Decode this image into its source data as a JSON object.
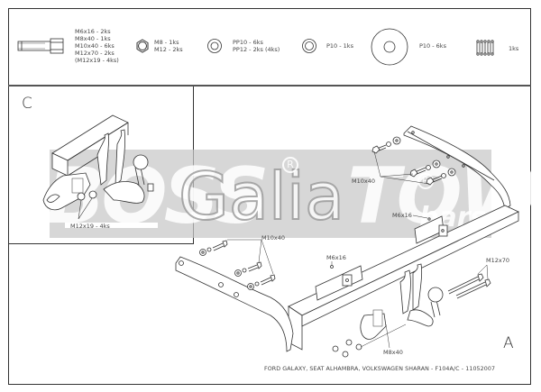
{
  "parts_list": {
    "bolt": {
      "icon": "hex-bolt-icon",
      "lines": [
        "M6x16 - 2ks",
        "M8x40 - 1ks",
        "M10x40 - 6ks",
        "M12x70 - 2ks",
        "(M12x19 - 4ks)"
      ]
    },
    "nut": {
      "icon": "hex-nut-icon",
      "lines": [
        "M8 - 1ks",
        "M12 - 2ks"
      ]
    },
    "flat_washer": {
      "icon": "flat-washer-icon",
      "lines": [
        "PP10 - 6ks",
        "PP12 - 2ks (4ks)"
      ]
    },
    "small_washer": {
      "icon": "small-washer-icon",
      "lines": [
        "P10 - 1ks"
      ]
    },
    "large_washer": {
      "icon": "large-washer-icon",
      "lines": [
        "P10 - 6ks"
      ]
    },
    "cable_ties": {
      "icon": "cable-ties-icon",
      "lines": [
        "1ks"
      ]
    }
  },
  "detail_c": {
    "label": "C",
    "callouts": [
      "M12x19 - 4ks"
    ]
  },
  "view_a": {
    "label": "A",
    "callouts": {
      "m10x40_top": "M10x40",
      "m6x16_right": "M6x16",
      "m10x40_left": "M10x40",
      "m6x16_center": "M6x16",
      "m12x70": "M12x70",
      "m8x40": "M8x40"
    }
  },
  "watermark": {
    "brand_left": "BOSS",
    "brand_mid": "Galia",
    "brand_right": "TOW",
    "sub": "bars",
    "registered": "R"
  },
  "footer": {
    "caption": "FORD GALAXY, SEAT ALHAMBRA, VOLKSWAGEN SHARAN  - F104A/C - 11052007"
  },
  "colors": {
    "line": "#333333",
    "watermark_bg": "#c8c8c8",
    "watermark_text": "#ffffff"
  }
}
